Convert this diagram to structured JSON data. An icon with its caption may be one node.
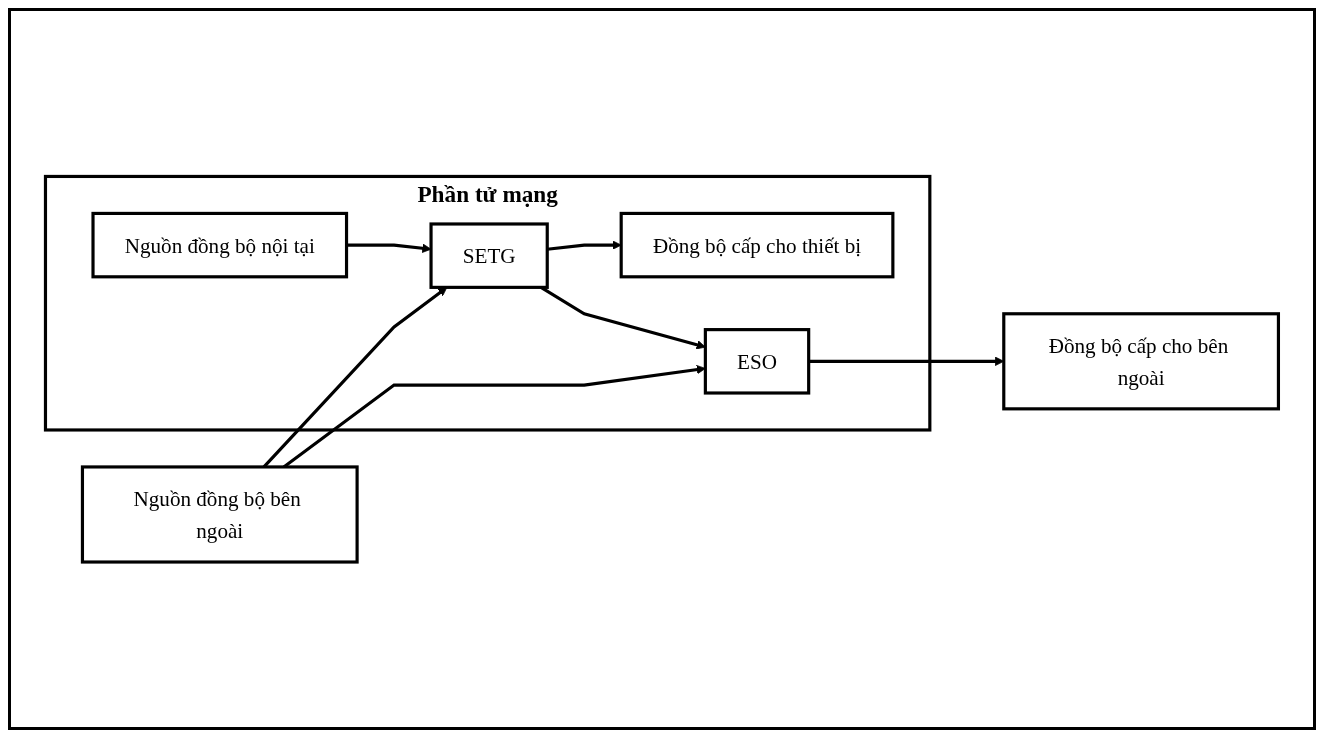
{
  "diagram": {
    "nodes": [
      {
        "text": [
          "Phần tử mạng"
        ]
      },
      {
        "text": [
          "SETG"
        ],
        "in": 0
      },
      {
        "text": [
          "Đồng bộ cấp cho thiết bị"
        ],
        "in": 0
      },
      {
        "text": [
          "ESO"
        ],
        "in": 0
      },
      {
        "text": [
          "Nguồn đồng bộ nội tại"
        ],
        "in": 0
      },
      {
        "text": [
          "Đồng bộ cấp cho bên ngoài"
        ]
      },
      {
        "text": [
          "Nguồn đồng bộ bên ngoài"
        ]
      }
    ],
    "edges": [
      {
        "from": 1,
        "to": 2,
        "arrow": "to"
      },
      {
        "from": 1,
        "to": 3,
        "arrow": "to"
      },
      {
        "from": 3,
        "to": 5,
        "arrow": "to"
      },
      {
        "from": 4,
        "to": 1,
        "arrow": "to"
      },
      {
        "from": 6,
        "to": 1,
        "arrow": "to"
      },
      {
        "from": 6,
        "to": 3,
        "arrow": "to"
      }
    ]
  }
}
